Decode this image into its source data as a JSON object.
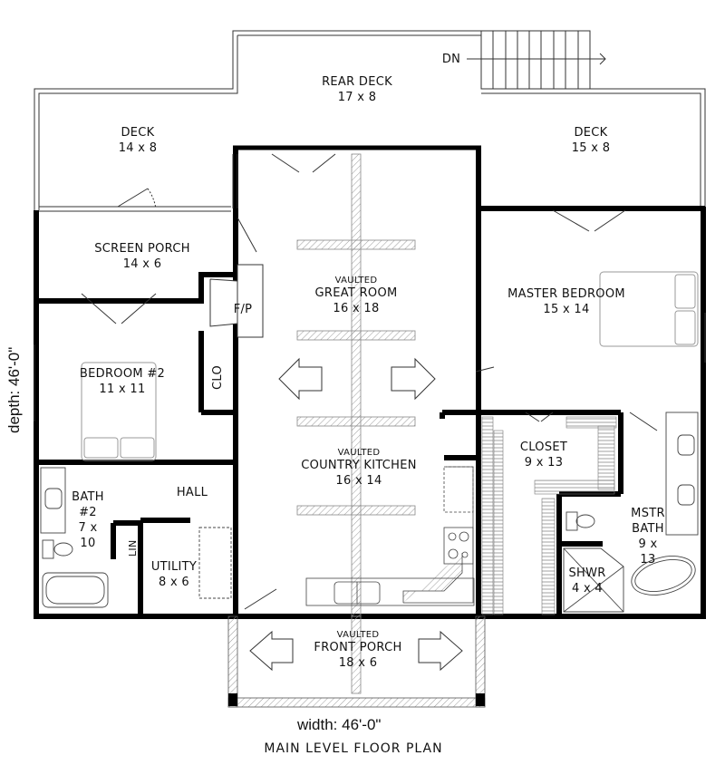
{
  "plan": {
    "title": "MAIN LEVEL FLOOR PLAN",
    "width_label": "width: 46'-0\"",
    "depth_label": "depth: 46'-0\"",
    "stair_label": "DN"
  },
  "rooms": [
    {
      "id": "rear-deck",
      "name": "REAR DECK",
      "size": "17 x 8",
      "note": ""
    },
    {
      "id": "deck-left",
      "name": "DECK",
      "size": "14 x 8",
      "note": ""
    },
    {
      "id": "deck-right",
      "name": "DECK",
      "size": "15 x 8",
      "note": ""
    },
    {
      "id": "screen-porch",
      "name": "SCREEN PORCH",
      "size": "14 x 6",
      "note": ""
    },
    {
      "id": "great-room",
      "name": "GREAT ROOM",
      "size": "16 x 18",
      "note": "VAULTED"
    },
    {
      "id": "master-bedroom",
      "name": "MASTER BEDROOM",
      "size": "15 x 14",
      "note": ""
    },
    {
      "id": "bedroom-2",
      "name": "BEDROOM #2",
      "size": "11 x 11",
      "note": ""
    },
    {
      "id": "country-kitchen",
      "name": "COUNTRY KITCHEN",
      "size": "16 x 14",
      "note": "VAULTED"
    },
    {
      "id": "closet",
      "name": "CLOSET",
      "size": "9 x 13",
      "note": ""
    },
    {
      "id": "bath-2",
      "name": "BATH #2",
      "size": "7 x 10",
      "note": ""
    },
    {
      "id": "hall",
      "name": "HALL",
      "size": "",
      "note": ""
    },
    {
      "id": "utility",
      "name": "UTILITY",
      "size": "8 x 6",
      "note": ""
    },
    {
      "id": "mstr-bath",
      "name": "MSTR BATH",
      "size": "9 x 13",
      "note": ""
    },
    {
      "id": "shower",
      "name": "SHWR",
      "size": "4 x 4",
      "note": ""
    },
    {
      "id": "front-porch",
      "name": "FRONT PORCH",
      "size": "18 x 6",
      "note": "VAULTED"
    }
  ],
  "fixtures": {
    "fireplace": "F/P",
    "closet_small": "CLO",
    "linen": "LIN"
  },
  "colors": {
    "wall": "#000000",
    "line": "#333333",
    "hatch": "#9a9a9a",
    "background": "#ffffff"
  }
}
